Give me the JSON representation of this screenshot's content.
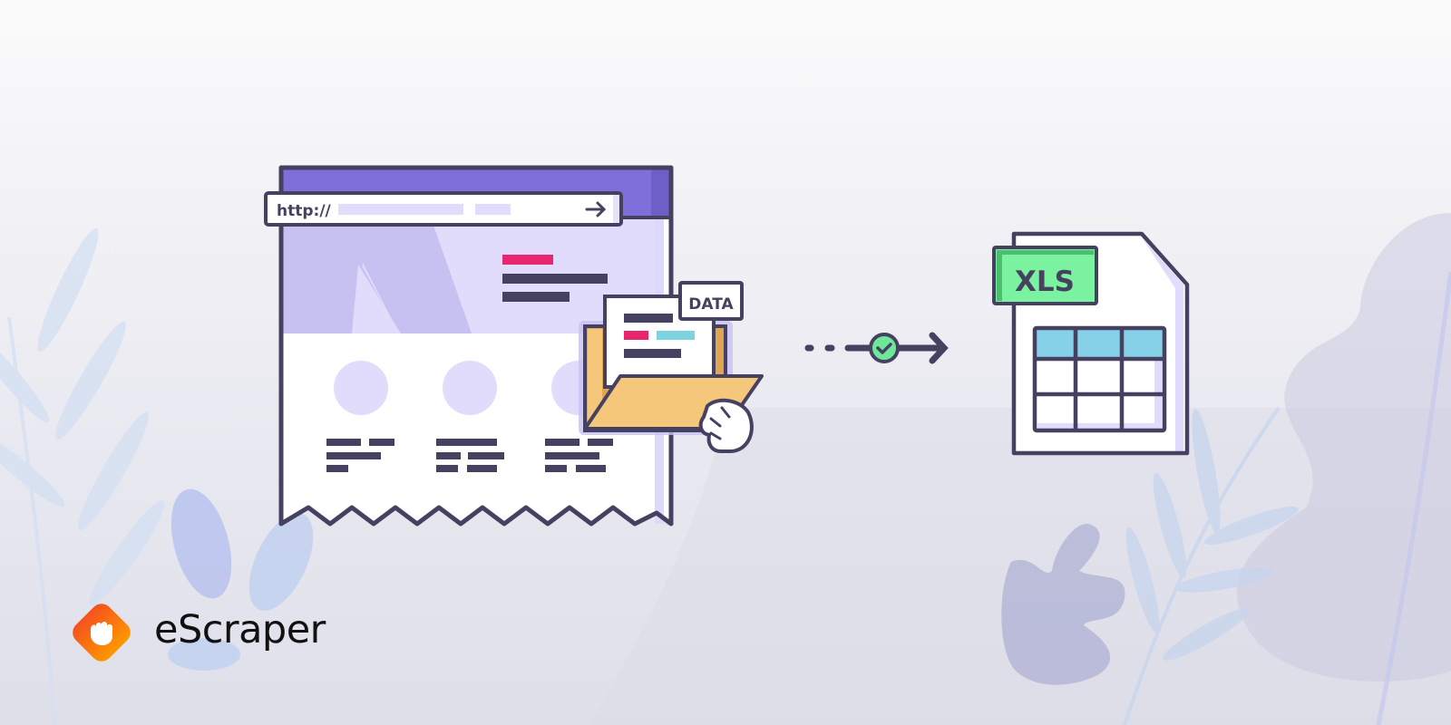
{
  "brand": {
    "name": "eScraper",
    "logo_icon": "hand-grab-icon",
    "colors": {
      "logo_orange_start": "#f4511e",
      "logo_orange_end": "#ff9800"
    }
  },
  "browser_illustration": {
    "url_prefix": "http://",
    "go_icon": "arrow-right-icon",
    "colors": {
      "titlebar": "#7f6fdb",
      "hero": "#e2dcfc",
      "hero_shape": "#c6c1f0",
      "outline": "#474161",
      "accent_pink": "#e8266d"
    }
  },
  "folder_illustration": {
    "tag_label": "DATA",
    "colors": {
      "folder": "#f5c77a",
      "folder_dark": "#dfa555",
      "cyan_bar": "#7dd3e0"
    }
  },
  "flow": {
    "connector_icon": "check-circle-icon",
    "arrow_icon": "arrow-right-icon",
    "colors": {
      "check_fill": "#6fe79a"
    }
  },
  "spreadsheet_illustration": {
    "badge_label": "XLS",
    "table": {
      "rows": 3,
      "cols": 3
    },
    "colors": {
      "badge": "#7af2a0",
      "badge_dark": "#4cbe6e",
      "header_cells": "#86d0e8"
    }
  }
}
